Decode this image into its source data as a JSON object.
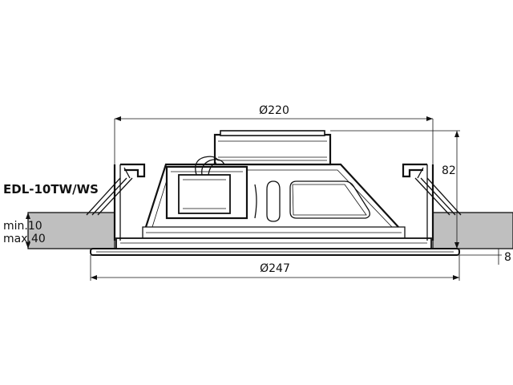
{
  "model": "EDL-10TW/WS",
  "dimensions": {
    "diameter_cutout": "Ø220",
    "diameter_overall": "Ø247",
    "height": "82",
    "flange_thickness": "8",
    "ceiling_min": "min.10",
    "ceiling_max": "max.40"
  },
  "colors": {
    "line": "#111111",
    "ceiling": "#bfbfbf",
    "background": "#ffffff"
  }
}
